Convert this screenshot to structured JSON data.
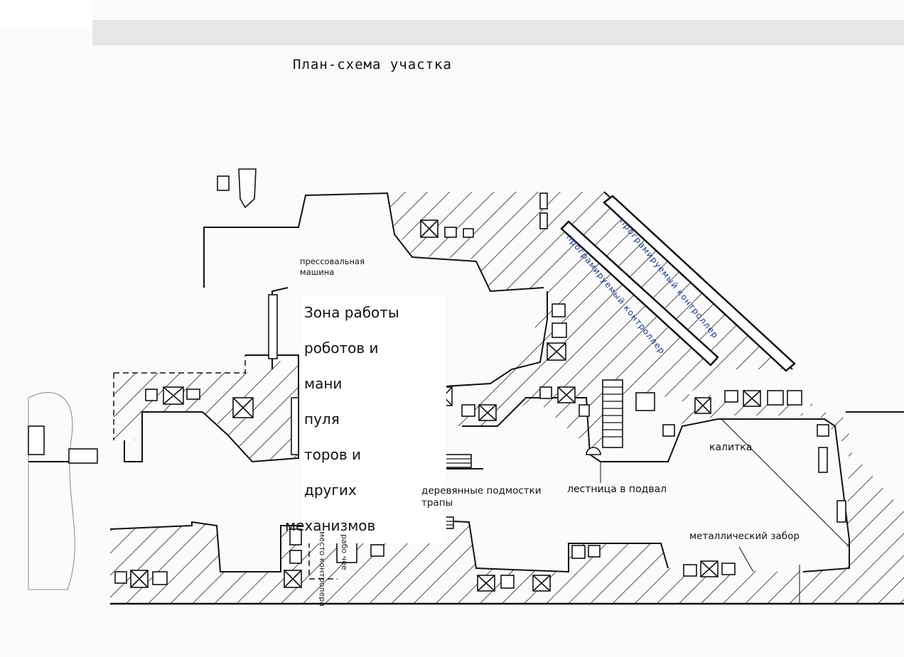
{
  "title": "План-схема участка",
  "labels": {
    "press_machine": "прессовальная машина",
    "work_zone": [
      "Зона работы",
      "роботов и",
      "мани",
      "пуля",
      "торов и",
      "других",
      "механизмов"
    ],
    "wooden_scaffolding": "деревянные подмостки трапы",
    "basement_stairs": "лестница в подвал",
    "gate": "калитка",
    "metal_fence": "металлический забор",
    "controller_1": "програмируемый контроллер",
    "controller_2": "програмируемый контроллер",
    "inspector_place": "место контролера",
    "workplace": "рабо чее"
  }
}
